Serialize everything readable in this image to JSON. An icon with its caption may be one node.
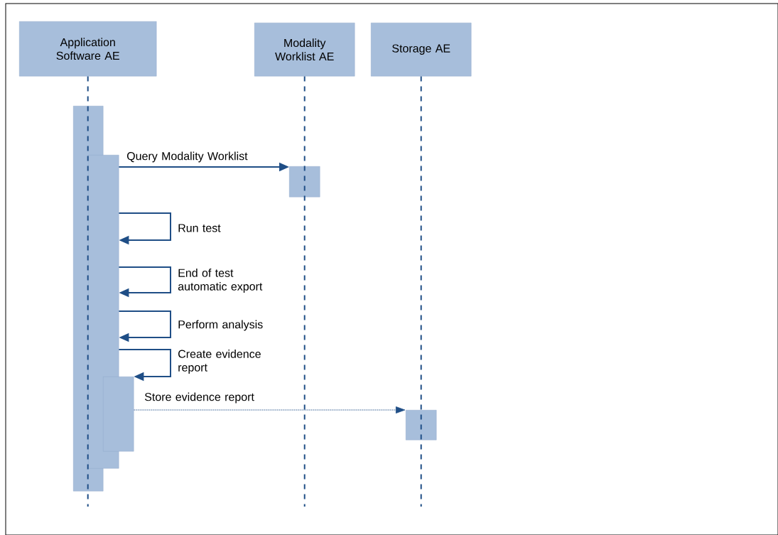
{
  "diagram": {
    "nodes": [
      {
        "text": [
          "Application Software AE"
        ]
      },
      {
        "text": [
          "Modality Worklist AE"
        ]
      },
      {
        "text": [
          "Storage AE"
        ]
      },
      {
        "text": [],
        "shape": "bar"
      },
      {
        "text": [],
        "shape": "bar"
      },
      {
        "text": [],
        "shape": "bar"
      },
      {
        "text": [],
        "shape": "bar"
      },
      {
        "text": [],
        "shape": "bar"
      }
    ],
    "edges": [
      {
        "from": 0,
        "to": null,
        "arrow": "none",
        "style": "dashed"
      },
      {
        "from": 1,
        "to": null,
        "arrow": "none",
        "style": "dashed"
      },
      {
        "from": 2,
        "to": null,
        "arrow": "none",
        "style": "dashed"
      },
      {
        "from": 4,
        "to": 6,
        "arrow": "to",
        "label": "Query Modality Worklist"
      },
      {
        "from": 4,
        "to": 4,
        "arrow": "to",
        "label": "Run test"
      },
      {
        "from": 4,
        "to": 4,
        "arrow": "to",
        "label": "End of test automatic export"
      },
      {
        "from": 4,
        "to": 4,
        "arrow": "to",
        "label": "Perform analysis"
      },
      {
        "from": 4,
        "to": 5,
        "arrow": "to",
        "label": "Create evidence report"
      },
      {
        "from": 5,
        "to": 7,
        "arrow": "to",
        "label": "Store evidence report",
        "style": "dashed"
      }
    ]
  }
}
